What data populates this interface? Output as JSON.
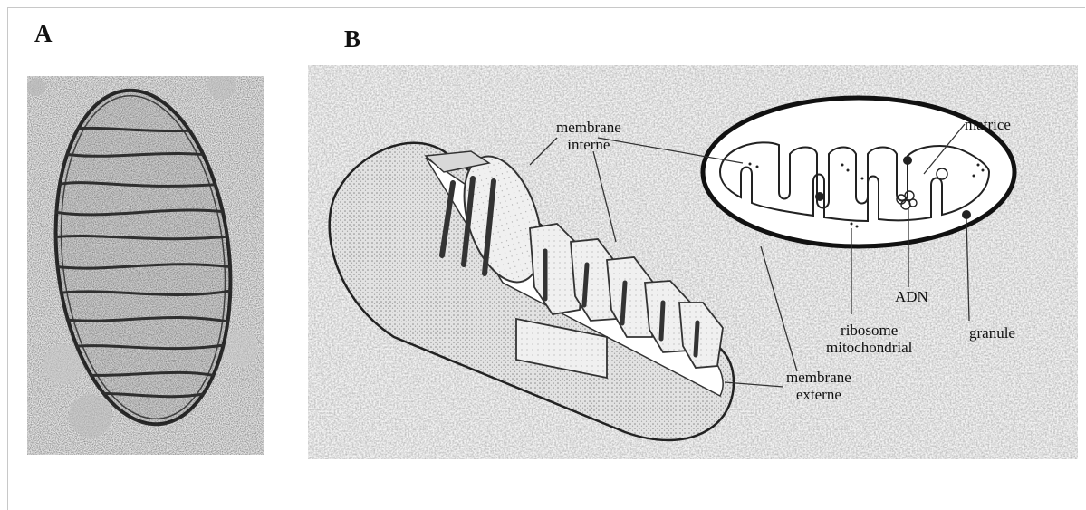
{
  "panel_a": {
    "letter": "A"
  },
  "panel_b": {
    "letter": "B",
    "labels": {
      "membrane_interne": [
        "membrane",
        "interne"
      ],
      "matrice": "matrice",
      "adn": "ADN",
      "ribosome_mitochondrial": [
        "ribosome",
        "mitochondrial"
      ],
      "granule": "granule",
      "membrane_externe": [
        "membrane",
        "externe"
      ]
    }
  }
}
